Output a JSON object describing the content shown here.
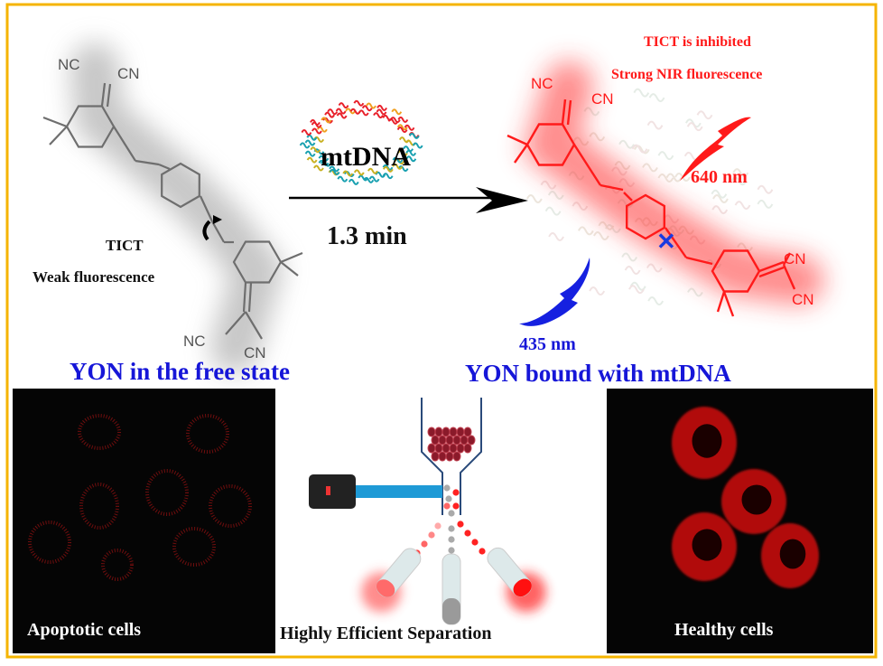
{
  "free_state": {
    "nc_top": "NC",
    "cn_top": "CN",
    "nc_bottom": "NC",
    "cn_bottom": "CN",
    "mechanism": "TICT",
    "fluorescence": "Weak fluorescence",
    "caption": "YON in the free state"
  },
  "reaction": {
    "reagent": "mtDNA",
    "time": "1.3 min"
  },
  "bound_state": {
    "nc_top": "NC",
    "cn_top": "CN",
    "cn_right1": "CN",
    "cn_right2": "CN",
    "note_line1": "TICT  is inhibited",
    "note_line2": "Strong NIR fluorescence",
    "emission": "640 nm",
    "excitation": "435 nm",
    "caption": "YON bound with mtDNA"
  },
  "panels": {
    "apoptotic_label": "Apoptotic cells",
    "separation_label": "Highly Efficient Separation",
    "healthy_label": "Healthy cells"
  },
  "colors": {
    "border": "#f5b400",
    "caption_blue": "#1616d8",
    "fluor_red": "#ff1a1a",
    "molecule_gray": "#6e6e6e"
  }
}
